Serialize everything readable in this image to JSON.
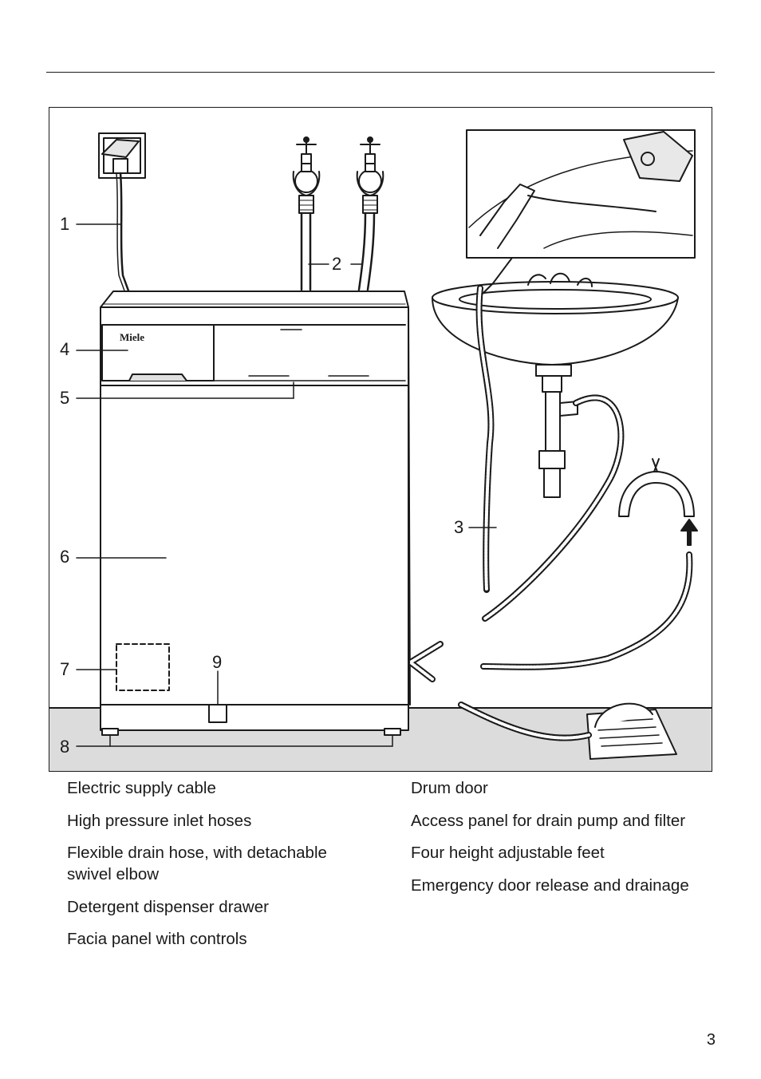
{
  "figure": {
    "brand": "Miele",
    "callouts": [
      "1",
      "2",
      "3",
      "4",
      "5",
      "6",
      "7",
      "8",
      "9"
    ]
  },
  "legend": {
    "left": [
      "Electric supply cable",
      "High pressure inlet hoses",
      "Flexible drain hose, with detachable swivel elbow",
      "Detergent dispenser drawer",
      "Facia panel with controls"
    ],
    "right": [
      "Drum door",
      "Access panel for drain pump and filter",
      "Four height adjustable feet",
      "Emergency door release and drainage"
    ]
  },
  "page_number": "3"
}
